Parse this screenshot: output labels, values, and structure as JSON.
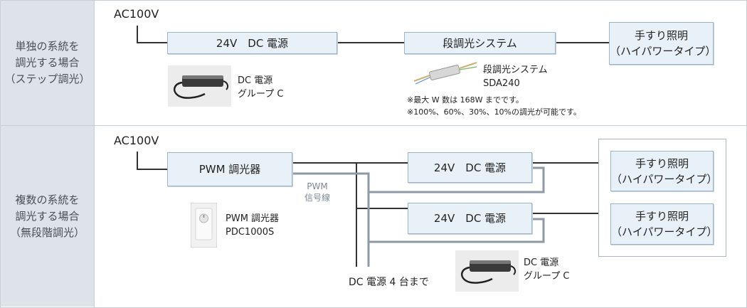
{
  "rows": [
    {
      "label": "単独の系統を\n調光する場合\n（ステップ調光）",
      "ac_label": "AC100V",
      "power_box": "24V　DC 電源",
      "controller_box": "段調光システム",
      "light_box": "手すり照明\n（ハイパワータイプ）",
      "product1": {
        "name": "DC 電源\nグループ C",
        "icon": "power-supply-unit-photo"
      },
      "product2": {
        "name": "段調光システム\nSDA240",
        "icon": "dimmer-module-photo"
      },
      "notes": [
        "※最大 W 数は 168W までです。",
        "※100%、60%、30%、10%の調光が可能です。"
      ]
    },
    {
      "label": "複数の系統を\n調光する場合\n（無段階調光）",
      "ac_label": "AC100V",
      "dimmer_box": "PWM 調光器",
      "pwm_signal": "PWM\n信号線",
      "power_box_1": "24V　DC 電源",
      "power_box_2": "24V　DC 電源",
      "light_box_1": "手すり照明\n（ハイパワータイプ）",
      "light_box_2": "手すり照明\n（ハイパワータイプ）",
      "product1": {
        "name": "PWM 調光器\nPDC1000S",
        "icon": "wall-dimmer-photo"
      },
      "product2": {
        "name": "DC 電源\nグループ C",
        "icon": "power-supply-unit-photo"
      },
      "max_units": "DC 電源 4 台まで"
    }
  ],
  "colors": {
    "label_bg": "#dde3e9",
    "box_bg": "#e9f1f8",
    "box_border": "#9fb4c7",
    "power_line": "#333333",
    "signal_line": "#8e9aa6"
  }
}
